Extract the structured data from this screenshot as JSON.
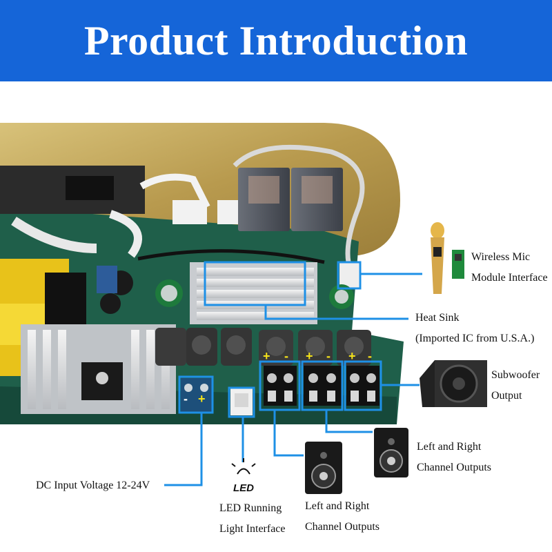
{
  "banner": {
    "title": "Product Introduction",
    "color": "#1565d8"
  },
  "callout_color": "#1e90e6",
  "terminal_marks": {
    "plus": "+",
    "minus": "-"
  },
  "labels": {
    "wireless_mic": [
      "Wireless Mic",
      "Module Interface"
    ],
    "heat_sink": [
      "Heat Sink",
      "(Imported IC from U.S.A.)"
    ],
    "subwoofer": [
      "Subwoofer",
      "Output"
    ],
    "left_right_upper": [
      "Left and Right",
      "Channel Outputs"
    ],
    "dc_input": "DC Input Voltage 12-24V",
    "led_running": [
      "LED Running",
      "Light Interface"
    ],
    "left_right_lower": [
      "Left and Right",
      "Channel Outputs"
    ],
    "led_icon_text": "LED"
  },
  "icons": {
    "microphone": "microphone-icon",
    "mic_module": "wireless-module-icon",
    "subwoofer": "subwoofer-icon",
    "speaker": "studio-speaker-icon",
    "led": "led-icon"
  }
}
